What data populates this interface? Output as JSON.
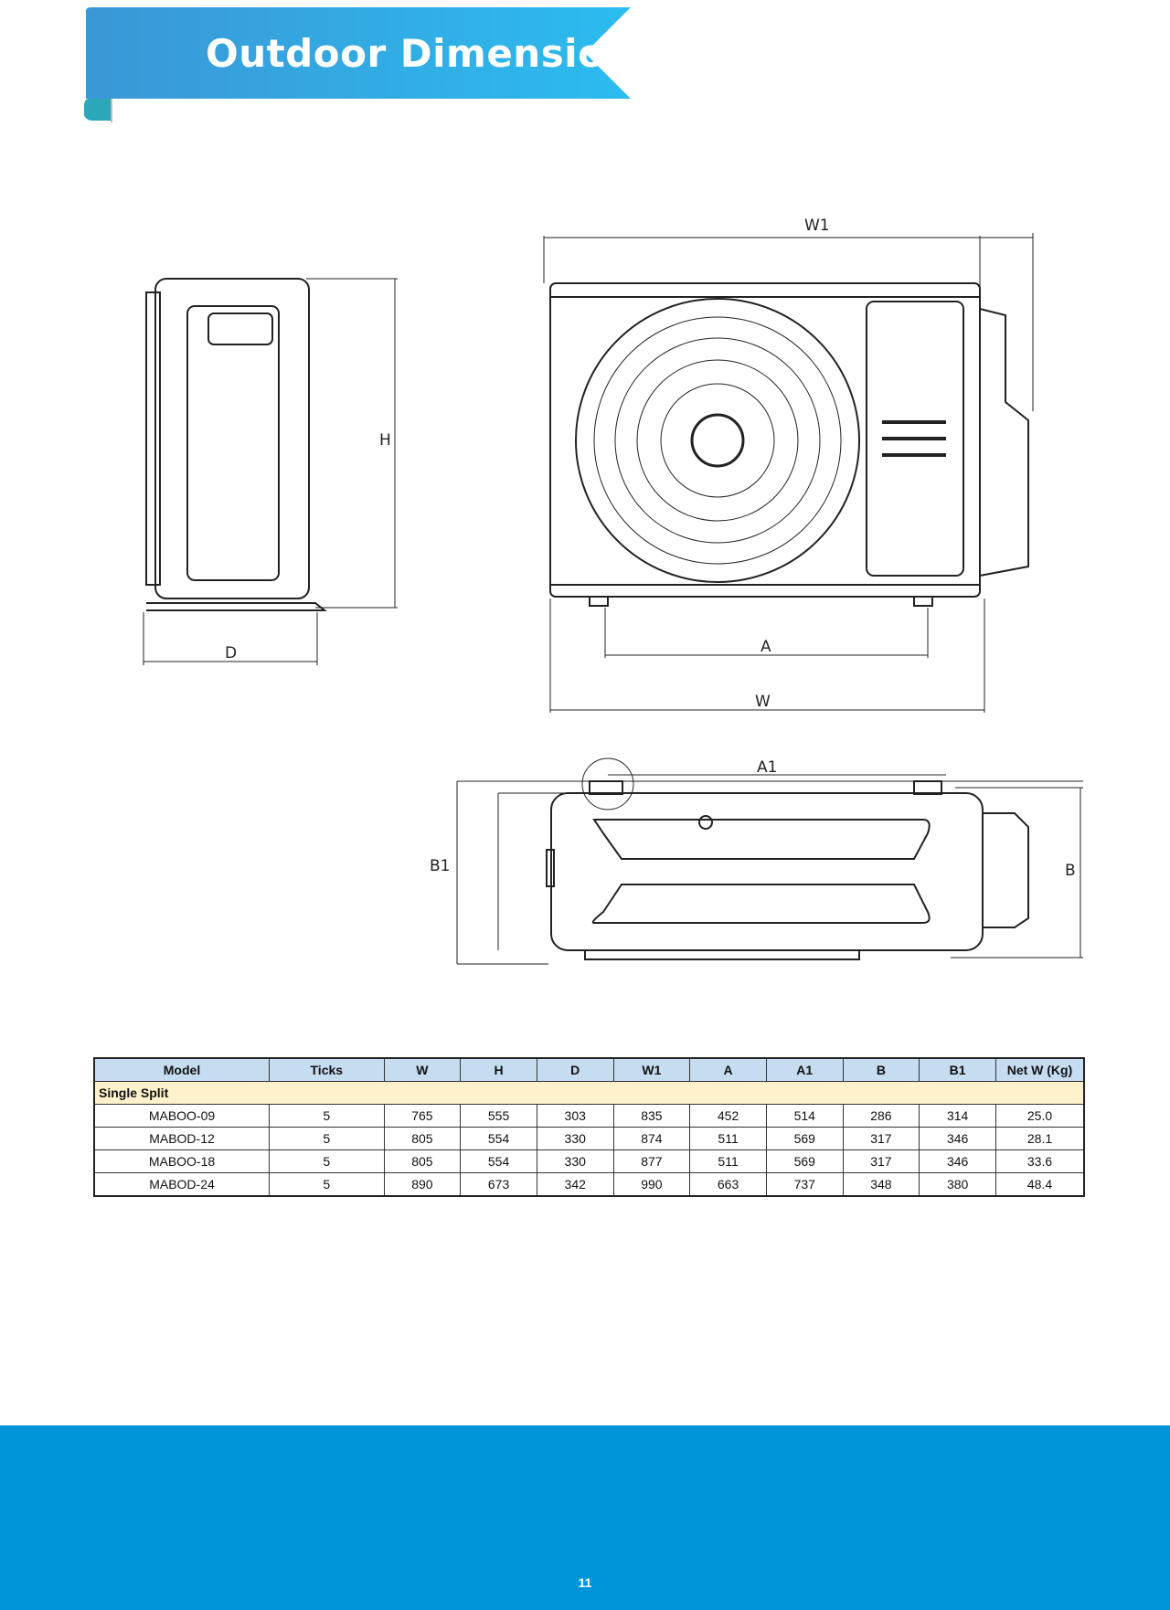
{
  "header": {
    "title": "Outdoor Dimension"
  },
  "colors": {
    "banner_start": "#3b97d6",
    "banner_end": "#2bbcef",
    "footer": "#0095d9",
    "table_header": "#c6dcf0",
    "group_row": "#fdf2cc"
  },
  "drawing_labels": {
    "W1": "W1",
    "H": "H",
    "D": "D",
    "A": "A",
    "W": "W",
    "A1": "A1",
    "B1": "B1",
    "B": "B"
  },
  "table": {
    "headers": [
      "Model",
      "Ticks",
      "W",
      "H",
      "D",
      "W1",
      "A",
      "A1",
      "B",
      "B1",
      "Net W (Kg)"
    ],
    "group": "Single Split",
    "rows": [
      [
        "MABOO-09",
        "5",
        "765",
        "555",
        "303",
        "835",
        "452",
        "514",
        "286",
        "314",
        "25.0"
      ],
      [
        "MABOD-12",
        "5",
        "805",
        "554",
        "330",
        "874",
        "511",
        "569",
        "317",
        "346",
        "28.1"
      ],
      [
        "MABOO-18",
        "5",
        "805",
        "554",
        "330",
        "877",
        "511",
        "569",
        "317",
        "346",
        "33.6"
      ],
      [
        "MABOD-24",
        "5",
        "890",
        "673",
        "342",
        "990",
        "663",
        "737",
        "348",
        "380",
        "48.4"
      ]
    ]
  },
  "footer": {
    "page_number": "11"
  }
}
